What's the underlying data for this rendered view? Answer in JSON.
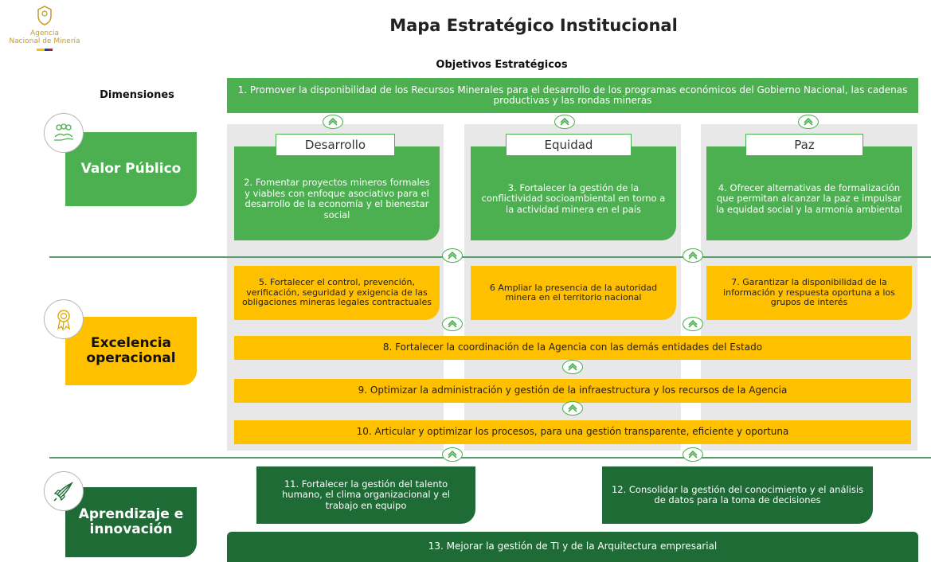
{
  "logo": {
    "line1": "Agencia",
    "line2": "Nacional de Minería"
  },
  "title": "Mapa Estratégico Institucional",
  "headers": {
    "objectives": "Objetivos Estratégicos",
    "dimensions": "Dimensiones"
  },
  "dimensions": [
    {
      "label": "Valor Público",
      "icon": "people-hand-icon"
    },
    {
      "label": "Excelencia operacional",
      "icon": "medal-icon"
    },
    {
      "label": "Aprendizaje e innovación",
      "icon": "rocket-icon"
    }
  ],
  "columns": [
    "Desarrollo",
    "Equidad",
    "Paz"
  ],
  "objectives": {
    "o1": "1. Promover la disponibilidad de los Recursos Minerales para el desarrollo de los programas económicos del Gobierno Nacional, las cadenas productivas y las rondas mineras",
    "o2": "2. Fomentar proyectos mineros formales y viables con enfoque asociativo para el desarrollo de la economía y el bienestar social",
    "o3": "3. Fortalecer la gestión de la conflictividad socioambiental en torno a la actividad minera en el país",
    "o4": "4. Ofrecer alternativas de formalización que permitan alcanzar la paz e impulsar la equidad social y la armonía ambiental",
    "o5": "5. Fortalecer el control, prevención, verificación, seguridad y exigencia de las obligaciones mineras legales contractuales",
    "o6": "6 Ampliar la presencia de la autoridad minera en el territorio nacional",
    "o7": "7. Garantizar la disponibilidad de la información y respuesta oportuna a los grupos de interés",
    "o8": "8. Fortalecer la coordinación de la Agencia con las demás entidades del Estado",
    "o9": "9. Optimizar la administración y gestión de la infraestructura y los recursos de la Agencia",
    "o10": "10. Articular y optimizar los procesos, para una gestión transparente, eficiente y oportuna",
    "o11": "11. Fortalecer la gestión del talento humano, el clima organizacional y el trabajo en equipo",
    "o12": "12. Consolidar la gestión del conocimiento y el análisis de datos para la toma de decisiones",
    "o13": "13. Mejorar la gestión de TI y de la Arquitectura empresarial"
  },
  "colors": {
    "green": "#4caf50",
    "dark_green": "#1f6b35",
    "yellow": "#ffc000",
    "gray": "#e8e8e8"
  }
}
